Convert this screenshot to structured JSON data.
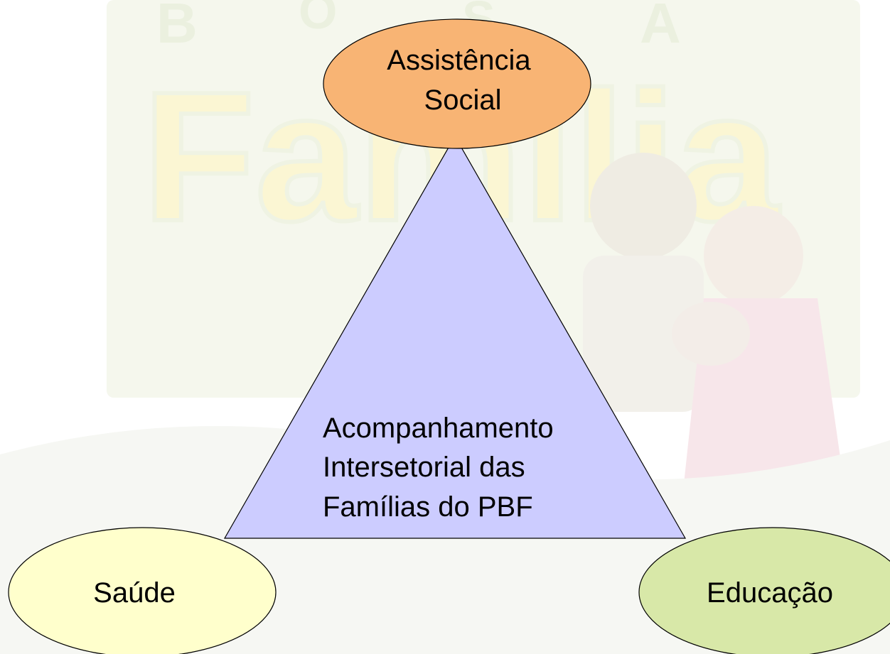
{
  "background": {
    "logo_text": "BOLSA Família",
    "colors": {
      "wash": "#f4f7ec",
      "logo_green": "#e4ecd2",
      "logo_yellow": "#fbf6cf",
      "figure": "#ece8dd",
      "dress": "#f6e1e6"
    }
  },
  "diagram": {
    "center": {
      "lines": [
        "Acompanhamento",
        "Intersetorial das",
        "Famílias do PBF"
      ],
      "fill": "#ccccff"
    },
    "nodes": {
      "top": {
        "lines": [
          "Assistência",
          "Social"
        ],
        "fill": "#f8b474"
      },
      "left": {
        "label": "Saúde",
        "fill": "#ffffcc"
      },
      "right": {
        "label": "Educação",
        "fill": "#d8e8a8"
      }
    }
  }
}
